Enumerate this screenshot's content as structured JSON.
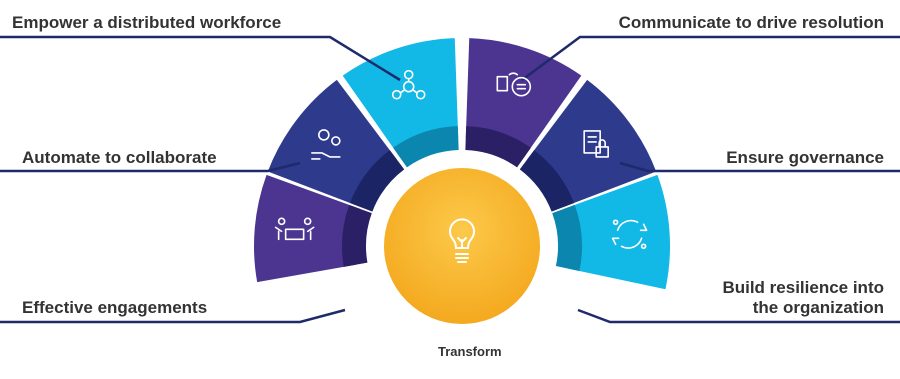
{
  "diagram": {
    "center": {
      "label": "Transform",
      "icon": "lightbulb-icon"
    },
    "segments": [
      {
        "id": "effective-engagements",
        "label": "Effective engagements",
        "icon": "meeting-icon",
        "color": "#4B3591"
      },
      {
        "id": "automate-to-collaborate",
        "label": "Automate to collaborate",
        "icon": "gears-hand-icon",
        "color": "#2E3A8C"
      },
      {
        "id": "empower-workforce",
        "label": "Empower a distributed workforce",
        "icon": "people-network-icon",
        "color": "#12B8E6"
      },
      {
        "id": "communicate-resolution",
        "label": "Communicate to drive resolution",
        "icon": "headset-chat-icon",
        "color": "#4B3591"
      },
      {
        "id": "ensure-governance",
        "label": "Ensure governance",
        "icon": "document-lock-icon",
        "color": "#2E3A8C"
      },
      {
        "id": "build-resilience",
        "label": "Build resilience into\nthe organization",
        "icon": "cycle-arrows-icon",
        "color": "#12B8E6"
      }
    ],
    "colors": {
      "purple": "#4B3591",
      "navy": "#2E3A8C",
      "cyan": "#12B8E6",
      "yellow": "#F7B733",
      "leader_line": "#1F2A6B",
      "text": "#333333"
    }
  }
}
